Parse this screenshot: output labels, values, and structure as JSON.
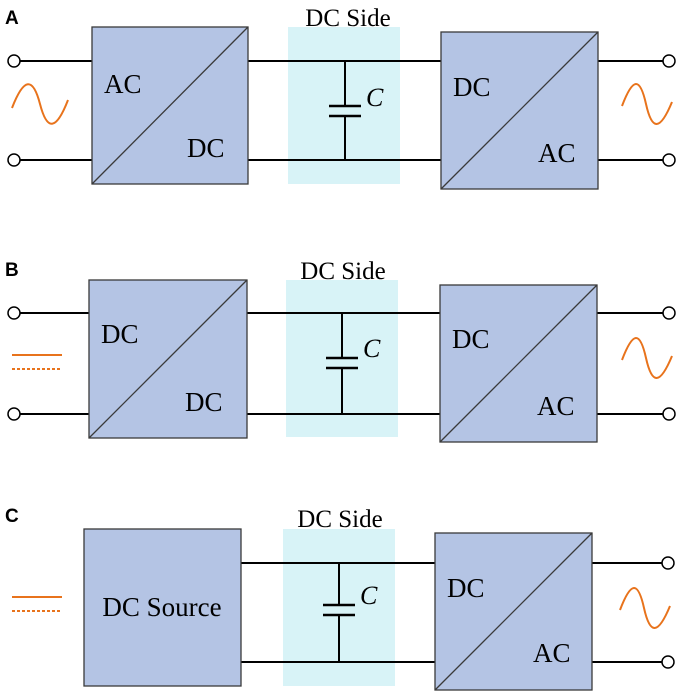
{
  "panels": [
    {
      "label": "A",
      "dc_side": "DC Side",
      "capacitor": "C",
      "input": "ac",
      "converter1": {
        "type": "split",
        "top": "AC",
        "bottom": "DC"
      },
      "converter2": {
        "top": "DC",
        "bottom": "AC"
      }
    },
    {
      "label": "B",
      "dc_side": "DC Side",
      "capacitor": "C",
      "input": "dc",
      "converter1": {
        "type": "split",
        "top": "DC",
        "bottom": "DC"
      },
      "converter2": {
        "top": "DC",
        "bottom": "AC"
      }
    },
    {
      "label": "C",
      "dc_side": "DC Side",
      "capacitor": "C",
      "input": "dc",
      "converter1": {
        "type": "source",
        "label": "DC Source"
      },
      "converter2": {
        "top": "DC",
        "bottom": "AC"
      }
    }
  ],
  "colors": {
    "converter_fill": "#b4c4e4",
    "dc_side_fill": "#d8f3f7",
    "waveform": "#e8731c"
  }
}
